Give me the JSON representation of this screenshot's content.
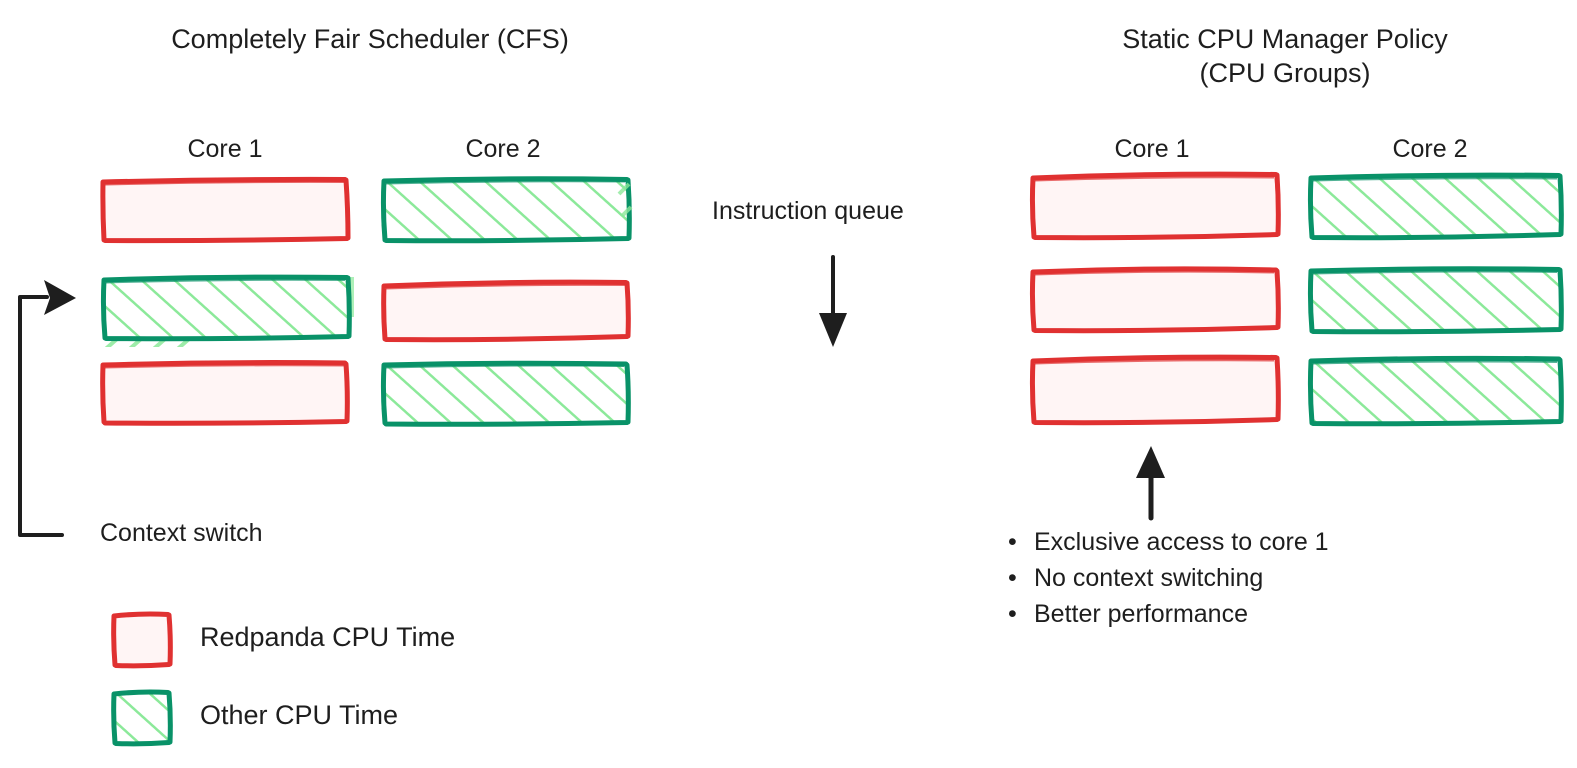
{
  "diagram": {
    "left_panel": {
      "title": "Completely Fair Scheduler (CFS)",
      "core_labels": [
        "Core 1",
        "Core 2"
      ],
      "core1_blocks": [
        "redpanda",
        "other",
        "redpanda"
      ],
      "core2_blocks": [
        "other",
        "redpanda",
        "other"
      ],
      "context_switch_label": "Context switch",
      "context_switch_arrow_icon": "elbow-up-right-arrow-icon"
    },
    "middle": {
      "instruction_queue_label": "Instruction queue",
      "instruction_queue_arrow_icon": "arrow-down-icon"
    },
    "right_panel": {
      "title": "Static CPU Manager Policy\n(CPU Groups)",
      "core_labels": [
        "Core 1",
        "Core 2"
      ],
      "core1_blocks": [
        "redpanda",
        "redpanda",
        "redpanda"
      ],
      "core2_blocks": [
        "other",
        "other",
        "other"
      ],
      "callout_arrow_icon": "arrow-up-icon",
      "benefits": [
        "Exclusive access to core 1",
        "No context switching",
        "Better performance"
      ]
    },
    "legend": {
      "items": [
        {
          "swatch": "redpanda",
          "label": "Redpanda CPU Time"
        },
        {
          "swatch": "other",
          "label": "Other CPU Time"
        }
      ]
    },
    "colors": {
      "redpanda_stroke": "#e03131",
      "redpanda_fill": "#fff5f5",
      "other_stroke": "#099268",
      "other_fill": "#ffffff",
      "other_hatch": "#8ce99a",
      "text": "#1e1e1e",
      "arrow": "#1e1e1e",
      "background": "#ffffff"
    }
  }
}
